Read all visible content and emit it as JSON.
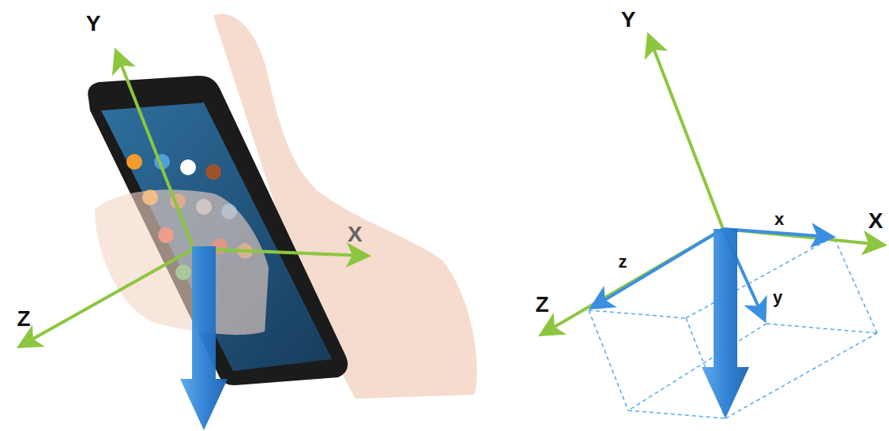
{
  "diagram": {
    "labels": [
      "Y",
      "X",
      "Z",
      "Y",
      "x",
      "X",
      "z",
      "Z",
      "y"
    ]
  }
}
